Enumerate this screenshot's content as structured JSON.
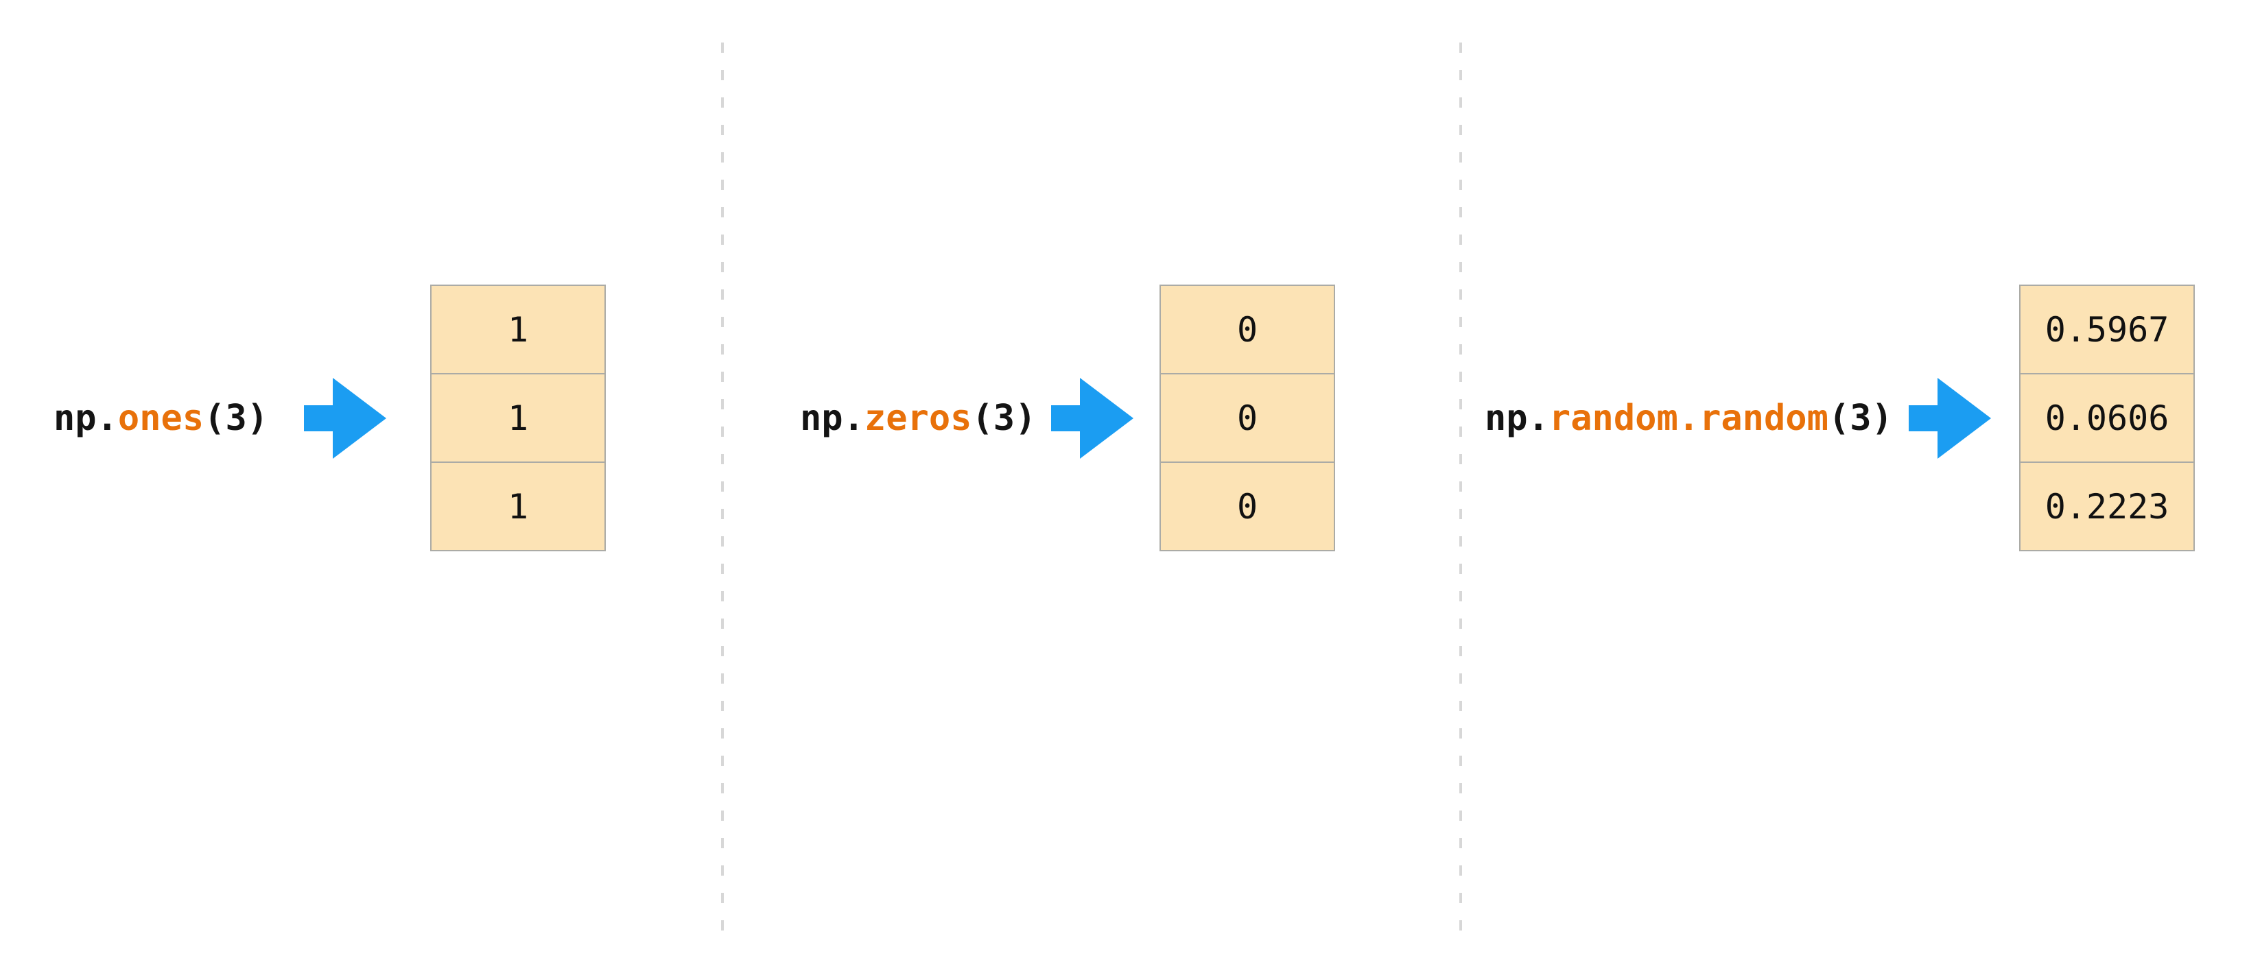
{
  "panels": [
    {
      "code": {
        "prefix": "np.",
        "function": "ones",
        "args": "(3)"
      },
      "cells": [
        "1",
        "1",
        "1"
      ]
    },
    {
      "code": {
        "prefix": "np.",
        "function": "zeros",
        "args": "(3)"
      },
      "cells": [
        "0",
        "0",
        "0"
      ]
    },
    {
      "code": {
        "prefix": "np.",
        "function": "random.random",
        "args": "(3)"
      },
      "cells": [
        "0.5967",
        "0.0606",
        "0.2223"
      ]
    }
  ],
  "icons": {
    "arrow": "right-block-arrow"
  },
  "colors": {
    "background": "#FFFFFF",
    "cell_fill": "#FCE3B5",
    "cell_border": "#ABABA6",
    "function_orange": "#E8710A",
    "code_black": "#141414",
    "arrow_blue": "#1B9DF2",
    "separator_gray": "#D7D7D7"
  }
}
